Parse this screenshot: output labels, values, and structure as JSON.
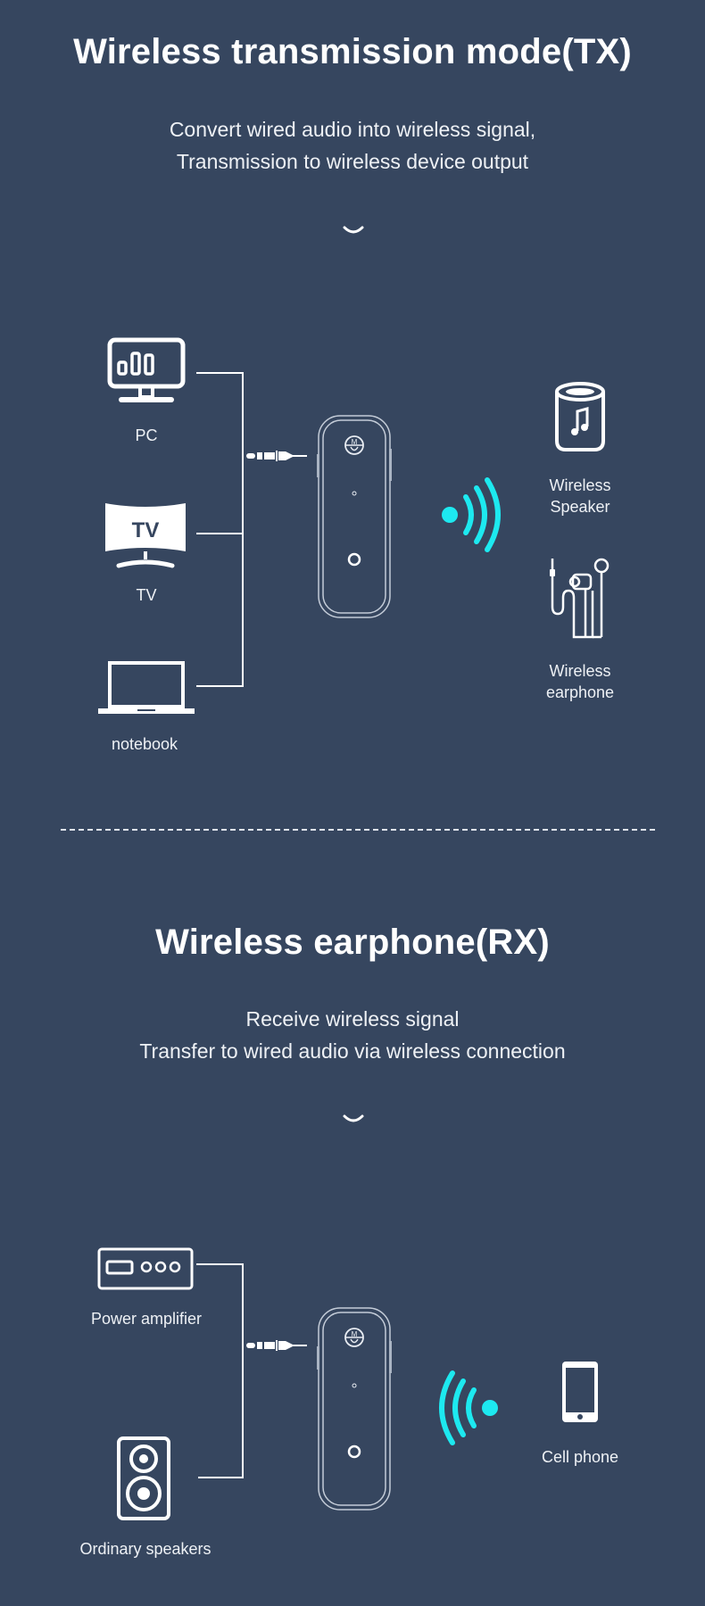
{
  "colors": {
    "background": "#36465f",
    "foreground": "#ffffff",
    "signal_accent": "#1de9f0"
  },
  "tx_section": {
    "title": "Wireless transmission mode(TX)",
    "subtitle_lines": [
      "Convert wired audio into wireless signal,",
      "Transmission to wireless device output"
    ],
    "sources": [
      {
        "icon": "pc-monitor-icon",
        "label": "PC"
      },
      {
        "icon": "tv-icon",
        "label": "TV"
      },
      {
        "icon": "laptop-icon",
        "label": "notebook"
      }
    ],
    "connector_icon": "audio-jack-icon",
    "device_icon": "bluetooth-adapter-icon",
    "signal_icon": "wireless-signal-out-icon",
    "outputs": [
      {
        "icon": "smart-speaker-icon",
        "label_lines": [
          "Wireless",
          "Speaker"
        ]
      },
      {
        "icon": "wired-earphone-icon",
        "label_lines": [
          "Wireless",
          "earphone"
        ]
      }
    ]
  },
  "rx_section": {
    "title": "Wireless earphone(RX)",
    "subtitle_lines": [
      "Receive wireless signal",
      "Transfer to wired audio via wireless connection"
    ],
    "outputs": [
      {
        "icon": "power-amplifier-icon",
        "label": "Power amplifier"
      },
      {
        "icon": "speaker-cabinet-icon",
        "label": "Ordinary speakers"
      }
    ],
    "connector_icon": "audio-jack-icon",
    "device_icon": "bluetooth-adapter-icon",
    "signal_icon": "wireless-signal-in-icon",
    "sources": [
      {
        "icon": "cell-phone-icon",
        "label": "Cell phone"
      }
    ]
  }
}
